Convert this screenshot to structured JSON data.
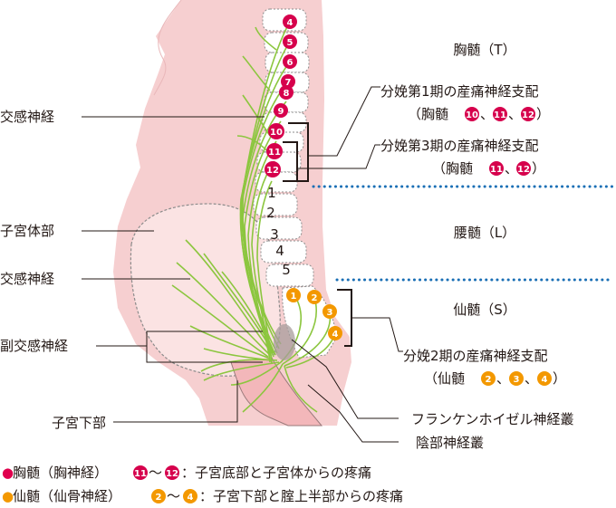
{
  "regions": {
    "thoracic": "胸髄（T）",
    "lumbar": "腰髄（L）",
    "sacral": "仙髄（S）"
  },
  "left_labels": {
    "sympathetic_top": "交感神経",
    "uterine_body": "子宮体部",
    "sympathetic_mid": "交感神経",
    "parasympathetic": "副交感神経",
    "lower_uterus": "子宮下部"
  },
  "right_labels": {
    "stage1_title": "分娩第1期の産痛神経支配",
    "stage1_paren_open": "（胸髄",
    "stage3_title": "分娩第3期の産痛神経支配",
    "stage3_paren_open": "（胸髄",
    "stage2_title": "分娩2期の産痛神経支配",
    "stage2_paren_open": "（仙髄",
    "sep": "、",
    "paren_close": "）",
    "frankenhauser": "フランケンホイゼル神経叢",
    "pudendal": "陰部神経叢"
  },
  "thoracic_badges": [
    "4",
    "5",
    "6",
    "7",
    "8",
    "9",
    "10",
    "11",
    "12"
  ],
  "lumbar_numbers": [
    "1",
    "2",
    "3",
    "4",
    "5"
  ],
  "sacral_badges": [
    "1",
    "2",
    "3",
    "4"
  ],
  "stage1_badges": [
    "10",
    "11",
    "12"
  ],
  "stage3_badges": [
    "11",
    "12"
  ],
  "stage2_badges": [
    "2",
    "3",
    "4"
  ],
  "legend": [
    {
      "marker": "●",
      "text": "胸髄（胸神経）",
      "from": "11",
      "tilde": "〜",
      "to": "12",
      "desc": "：子宮底部と子宮体からの疼痛",
      "color": "#e0004d"
    },
    {
      "marker": "●",
      "text": "仙髄（仙骨神経）",
      "from": "2",
      "tilde": "〜",
      "to": "4",
      "desc": "：子宮下部と腟上半部からの疼痛",
      "color": "#f39800"
    }
  ],
  "colors": {
    "thoracic_badge": "#d6004c",
    "sacral_badge": "#f39800",
    "body_fill": "#f6cfd0",
    "uterus_fill": "#fbe3e3",
    "nerve": "#8cc63f",
    "divider": "#1a6fb5"
  }
}
